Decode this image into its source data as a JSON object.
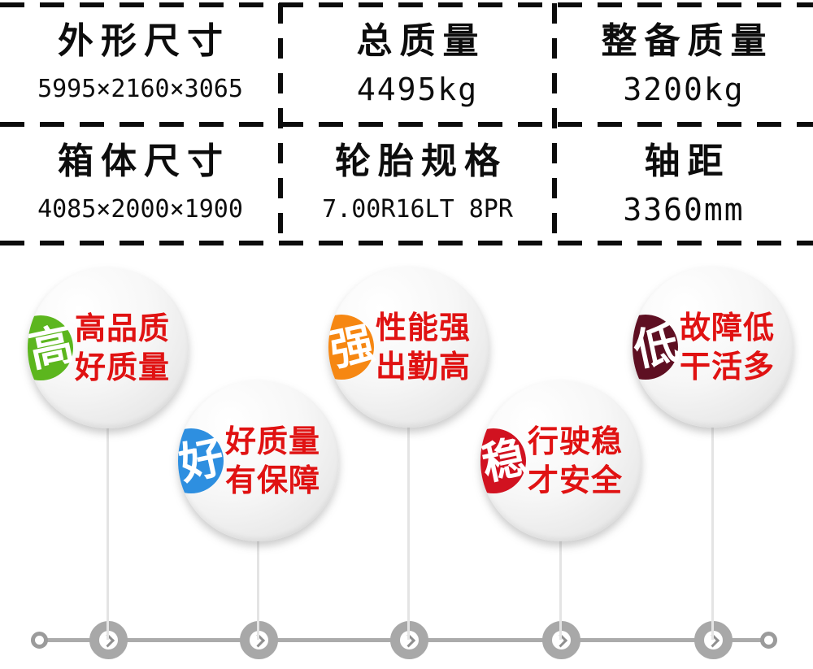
{
  "specs": {
    "rows": [
      [
        {
          "label": "外形尺寸",
          "value": "5995×2160×3065"
        },
        {
          "label": "总质量",
          "value": "4495kg"
        },
        {
          "label": "整备质量",
          "value": "3200kg"
        }
      ],
      [
        {
          "label": "箱体尺寸",
          "value": "4085×2000×1900"
        },
        {
          "label": "轮胎规格",
          "value": "7.00R16LT 8PR"
        },
        {
          "label": "轴距",
          "value": "3360mm"
        }
      ]
    ]
  },
  "features": [
    {
      "badge": "高",
      "badge_color": "#5cb61e",
      "line1": "高品质",
      "line2": "好质量"
    },
    {
      "badge": "好",
      "badge_color": "#2e8fe0",
      "line1": "好质量",
      "line2": "有保障"
    },
    {
      "badge": "强",
      "badge_color": "#f68712",
      "line1": "性能强",
      "line2": "出勤高"
    },
    {
      "badge": "稳",
      "badge_color": "#d11220",
      "line1": "行驶稳",
      "line2": "才安全"
    },
    {
      "badge": "低",
      "badge_color": "#5e0f22",
      "line1": "故障低",
      "line2": "干活多"
    }
  ],
  "colors": {
    "feature_text_red": "#e01212",
    "table_border_black": "#0c0c0c",
    "timeline_gray": "#a8a8a8"
  }
}
